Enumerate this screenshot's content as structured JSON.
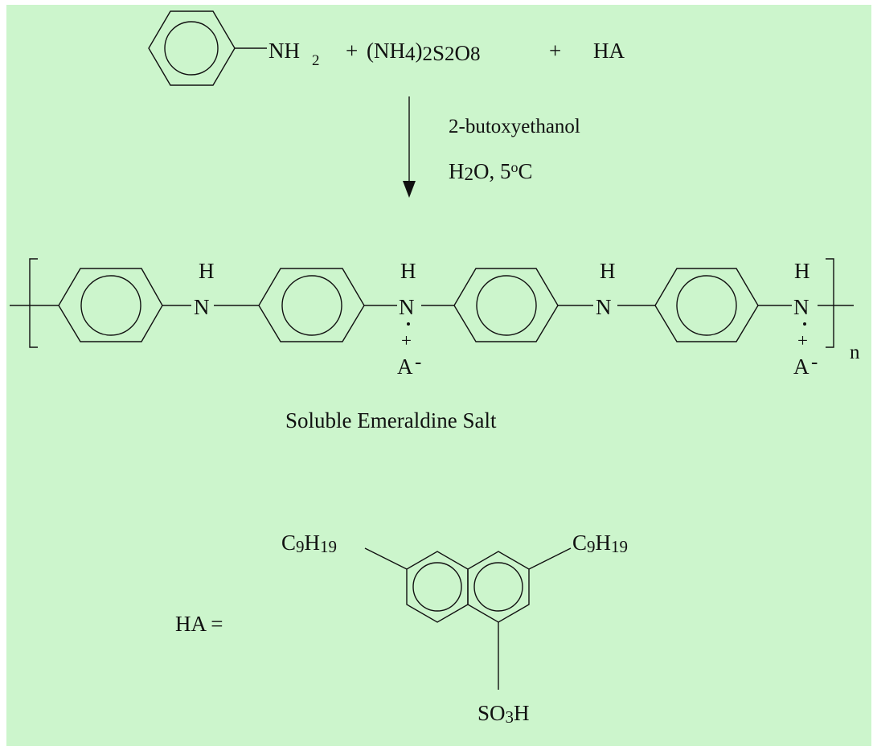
{
  "colors": {
    "background": "#ccf5cc",
    "ink": "#111111"
  },
  "reactants": {
    "amine_group": "NH",
    "amine_sub": "2",
    "plus_1": "+",
    "oxidant_open": "(NH",
    "oxidant_sub1": "4",
    "oxidant_mid1": ")",
    "oxidant_sub2": "2",
    "oxidant_s": "S",
    "oxidant_sub3": "2",
    "oxidant_o": "O",
    "oxidant_sub4": "8",
    "plus_2": "+",
    "acid": "HA"
  },
  "conditions": {
    "solvent": "2-butoxyethanol",
    "water_h": "H",
    "water_sub": "2",
    "water_rest": "O, 5",
    "degree": "o",
    "unit": "C"
  },
  "polymer": {
    "h_label": "H",
    "n_label": "N",
    "plus_charge": "+",
    "anion": "A",
    "anion_charge": "-",
    "repeat_subscript": "n",
    "name": "Soluble Emeraldine Salt"
  },
  "acid_definition": {
    "label": "HA =",
    "alkyl_c": "C",
    "alkyl_sub1": "9",
    "alkyl_h": "H",
    "alkyl_sub2": "19",
    "sulfonate_s": "SO",
    "sulfonate_sub": "3",
    "sulfonate_h": "H"
  }
}
